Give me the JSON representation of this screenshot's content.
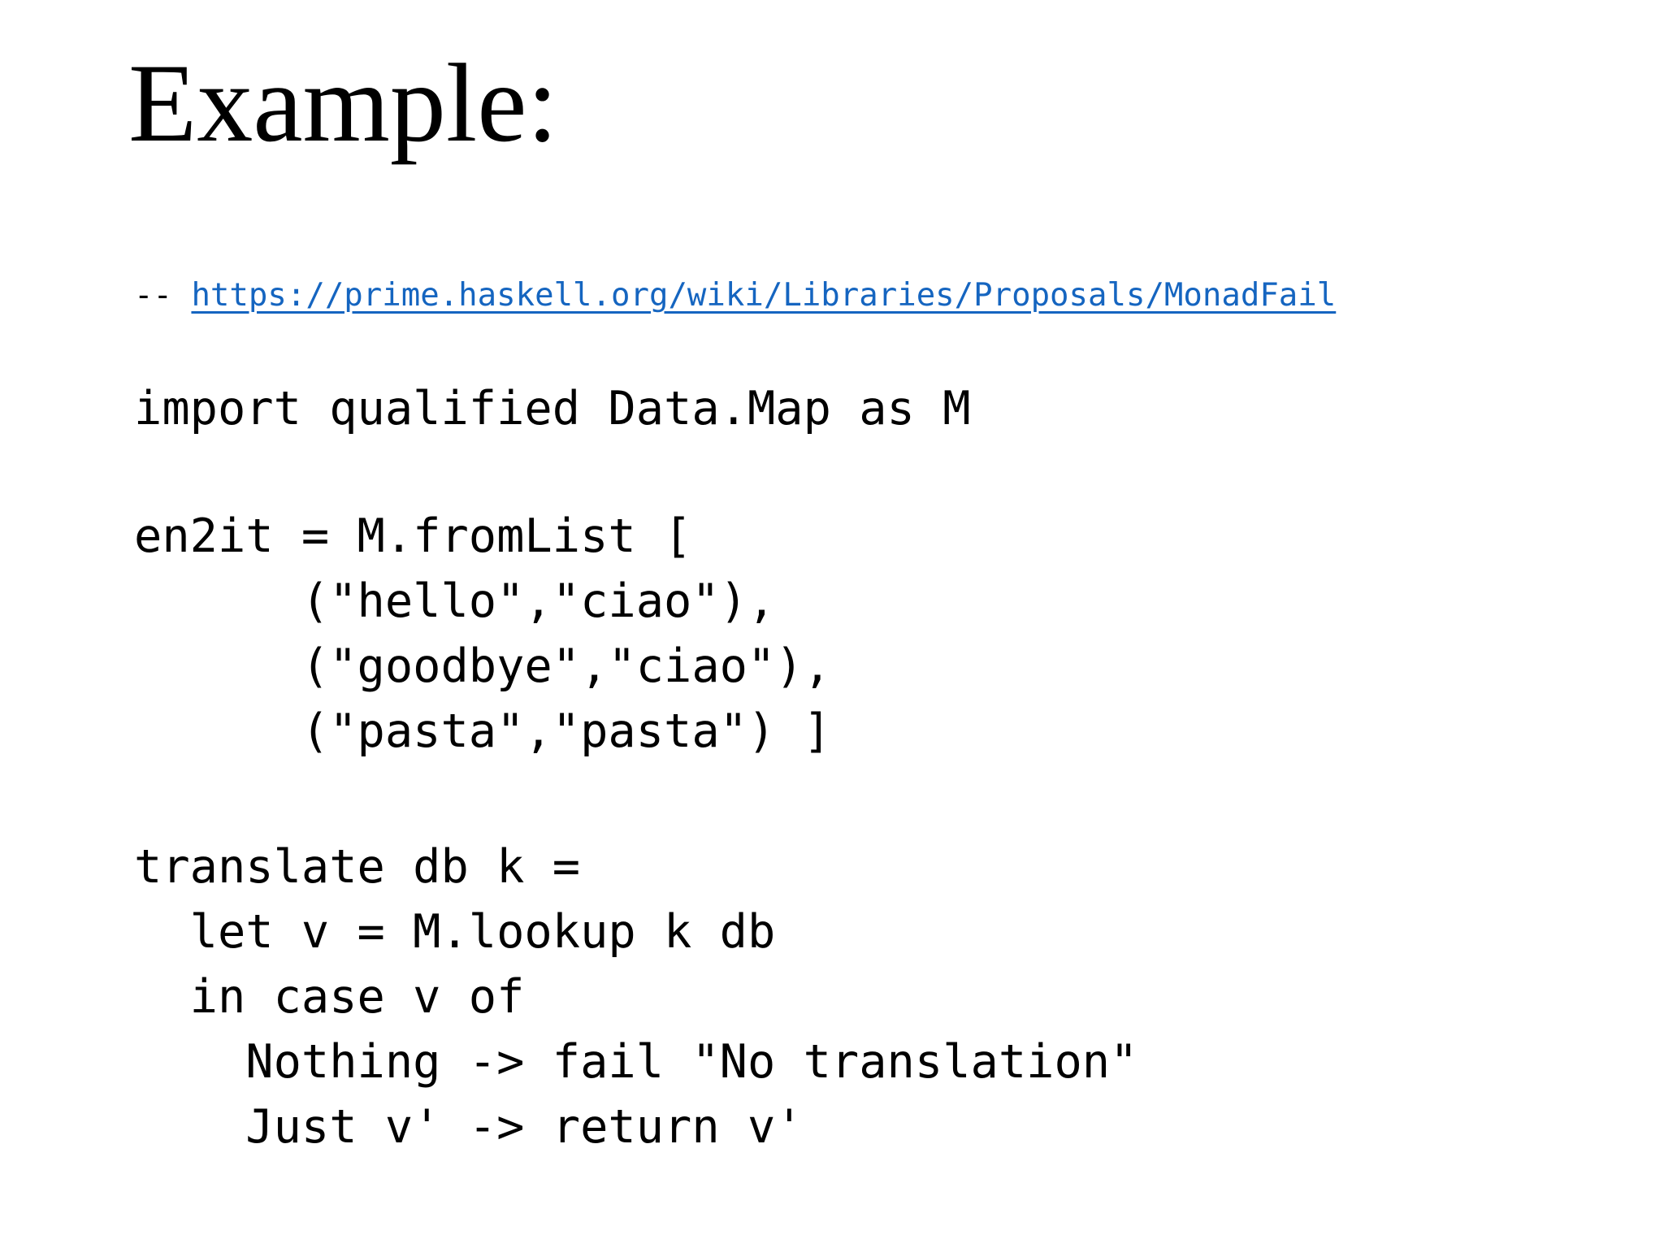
{
  "slide": {
    "title": "Example:",
    "background_color": "#ffffff",
    "text_color": "#000000",
    "link_color": "#1565c0"
  },
  "code": {
    "comment": {
      "prefix": "-- ",
      "link_text": "https://prime.haskell.org/wiki/Libraries/Proposals/MonadFail"
    },
    "import_block": [
      "import qualified Data.Map as M"
    ],
    "en2it_block": [
      "en2it = M.fromList [",
      "      (\"hello\",\"ciao\"),",
      "      (\"goodbye\",\"ciao\"),",
      "      (\"pasta\",\"pasta\") ]"
    ],
    "translate_block": [
      "translate db k =",
      "  let v = M.lookup k db",
      "  in case v of",
      "    Nothing -> fail \"No translation\"",
      "    Just v' -> return v'"
    ]
  }
}
